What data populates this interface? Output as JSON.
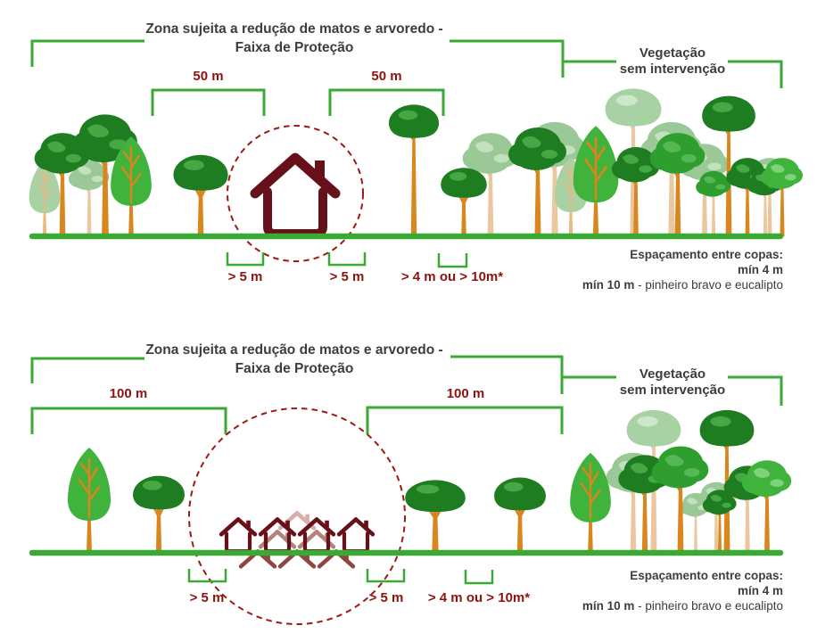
{
  "colors": {
    "green": "#3aaa35",
    "text_gray": "#3d3d3b",
    "maroon_text": "#8c130e",
    "house_maroon": "#67101a",
    "circle_red": "#9c1a12",
    "canopy_dark": "#1e7d20",
    "canopy_bright": "#3fb33c",
    "canopy_sage": "#9bc897",
    "trunk_orange": "#d9861f",
    "trunk_pale": "#eac79e"
  },
  "panels": [
    {
      "name": "single-house",
      "title_line1": "Zona sujeita a redução de matos e arvoredo -",
      "title_line2": "Faixa de Proteção",
      "distance_label_left": "50 m",
      "distance_label_right": "50 m",
      "vegetation_label_line1": "Vegetação",
      "vegetation_label_line2": "sem intervenção",
      "ground_marker_left": "> 5 m",
      "ground_marker_middle": "> 5 m",
      "ground_marker_right": "> 4 m ou > 10m*",
      "spacing_note_line1": "Espaçamento entre copas:",
      "spacing_note_line2": "mín 4 m",
      "spacing_note_line3_bold": "mín 10 m",
      "spacing_note_line3_rest": " - pinheiro bravo e eucalipto"
    },
    {
      "name": "village",
      "title_line1": "Zona sujeita a redução de matos e arvoredo -",
      "title_line2": "Faixa de Proteção",
      "distance_label_left": "100 m",
      "distance_label_right": "100 m",
      "vegetation_label_line1": "Vegetação",
      "vegetation_label_line2": "sem intervenção",
      "ground_marker_left": "> 5 m",
      "ground_marker_middle": "> 5 m",
      "ground_marker_right": "> 4 m ou > 10m*",
      "spacing_note_line1": "Espaçamento entre copas:",
      "spacing_note_line2": "mín 4 m",
      "spacing_note_line3_bold": "mín 10 m",
      "spacing_note_line3_rest": " - pinheiro bravo e eucalipto"
    }
  ]
}
